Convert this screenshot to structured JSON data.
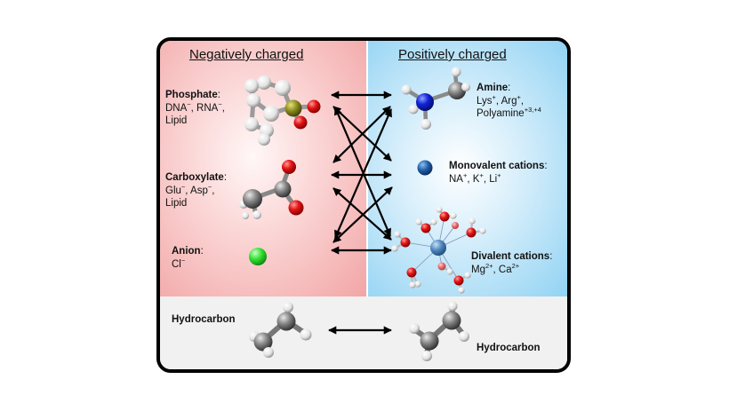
{
  "panels": {
    "negative": {
      "heading": "Negatively charged"
    },
    "positive": {
      "heading": "Positively charged"
    }
  },
  "groups": {
    "phosphate": {
      "name": "Phosphate",
      "punct": ":",
      "l1": "DNA",
      "s1": "−",
      "l2": ", RNA",
      "s2": "−",
      "l3": ",",
      "l4": "Lipid"
    },
    "carboxylate": {
      "name": "Carboxylate",
      "punct": ":",
      "l1": "Glu",
      "s1": "−",
      "l2": ", Asp",
      "s2": "−",
      "l3": ",",
      "l4": "Lipid"
    },
    "anion": {
      "name": "Anion",
      "punct": ":",
      "l1": "Cl",
      "s1": "−"
    },
    "amine": {
      "name": "Amine",
      "punct": ":",
      "l1": "Lys",
      "s1": "+",
      "l2": ", Arg",
      "s2": "+",
      "l3": ",",
      "l4": "Polyamine",
      "s4": "+3,+4"
    },
    "monovalent": {
      "name": "Monovalent cations",
      "punct": ":",
      "l1": "NA",
      "s1": "+",
      "l2": ", K",
      "s2": "+",
      "l3": ", Li",
      "s3": "+"
    },
    "divalent": {
      "name": "Divalent cations",
      "punct": ":",
      "l1": "Mg",
      "s1": "2+",
      "l2": ", Ca",
      "s2": "2+"
    },
    "hydrocarbon_left": {
      "name": "Hydrocarbon"
    },
    "hydrocarbon_right": {
      "name": "Hydrocarbon"
    }
  },
  "colors": {
    "negative_panel": "#f2a5a5",
    "positive_panel": "#8fd2f3",
    "bottom_panel": "#f1f1f1",
    "frame": "#000000",
    "carbon": "#6e6e6e",
    "hydrogen": "#ffffff",
    "oxygen": "#e01010",
    "nitrogen": "#1024d8",
    "phosphorus": "#8a8a1e",
    "chloride": "#2ee02e",
    "monovalent_ion": "#1f5fa8",
    "divalent_ion": "#4f86bd"
  }
}
